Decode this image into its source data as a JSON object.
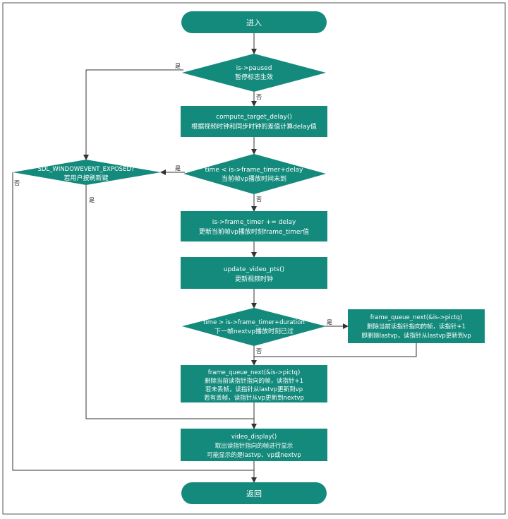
{
  "colors": {
    "node_fill": "#138a7c",
    "line": "#333333",
    "border": "#555555",
    "text": "#ffffff"
  },
  "nodes": {
    "start": {
      "text": "进入"
    },
    "paused": {
      "line1": "is->paused",
      "line2": "暂停标志生效"
    },
    "compute_delay": {
      "line1": "compute_target_delay()",
      "line2": "根据视频时钟和同步时钟的差值计算delay值"
    },
    "time_check": {
      "line1": "time < is->frame_timer+delay",
      "line2": "当前帧vp播放时间未到"
    },
    "expose_check": {
      "line1": "SDL_WINDOWEVENT_EXPOSED?",
      "line2": "若用户按刷新键"
    },
    "update_timer": {
      "line1": "is->frame_timer += delay",
      "line2": "更新当前帧vp播放时刻frame_timer值"
    },
    "update_pts": {
      "line1": "update_video_pts()",
      "line2": "更新视频时钟"
    },
    "duration_check": {
      "line1": "time > is->frame_timer+duration",
      "line2": "下一帧nextvp播放时刻已过"
    },
    "drop_next": {
      "line1": "frame_queue_next(&is->pictq)",
      "line2": "删除当前读指针指向的帧，读指针+1",
      "line3": "即删除lastvp，读指针从lastvp更新到vp"
    },
    "queue_next": {
      "line1": "frame_queue_next(&is->pictq)",
      "line2": "删除当前读指针指向的帧，读指针+1",
      "line3": "若未丢帧，读指针从lastvp更新到vp",
      "line4": "若有丢帧，读指针从vp更新到nextvp"
    },
    "display": {
      "line1": "video_display()",
      "line2": "取出读指针指向的帧进行显示",
      "line3": "可能显示的是lastvp、vp或nextvp"
    },
    "end": {
      "text": "返回"
    }
  },
  "labels": {
    "paused_yes": "是",
    "paused_no": "否",
    "time_yes": "是",
    "time_no": "否",
    "expose_no": "否",
    "expose_yes": "是",
    "duration_yes": "是",
    "duration_no": "否"
  }
}
